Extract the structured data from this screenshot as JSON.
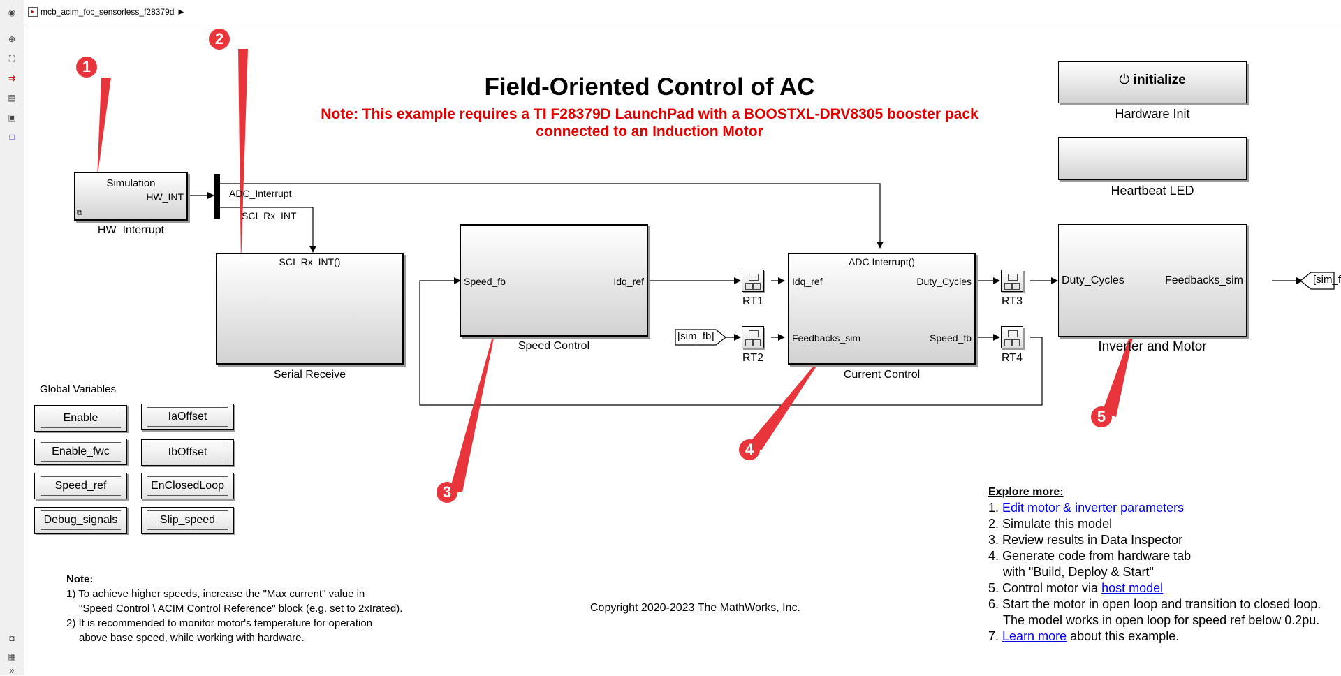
{
  "breadcrumb": {
    "model_name": "mcb_acim_foc_sensorless_f28379d"
  },
  "toolbar": {
    "icons": [
      "collapse-icon",
      "zoom-in-icon",
      "fit-view-icon",
      "arrow-icon",
      "annotation-icon",
      "image-icon",
      "area-icon",
      "camera-icon",
      "property-inspector-icon",
      "expand-icon"
    ]
  },
  "title": "Field-Oriented Control of AC",
  "note_red_line1": "Note: This example requires a TI F28379D LaunchPad with a BOOSTXL-DRV8305 booster pack",
  "note_red_line2": "connected to an Induction Motor",
  "colors": {
    "note_red": "#e00000",
    "callout_red": "#e8353b",
    "link_blue": "#0000ee"
  },
  "hw_interrupt": {
    "inner_label": "Simulation",
    "port_out": "HW_INT",
    "name": "HW_Interrupt"
  },
  "mux": {
    "signal_adc": "ADC_Interrupt",
    "signal_sci": "SCI_Rx_INT"
  },
  "serial_receive": {
    "header": "SCI_Rx_INT()",
    "name": "Serial Receive"
  },
  "speed_control": {
    "port_in": "Speed_fb",
    "port_out": "Idq_ref",
    "name": "Speed Control"
  },
  "current_control": {
    "header": "ADC Interrupt()",
    "port_in1": "Idq_ref",
    "port_in2": "Feedbacks_sim",
    "port_out1": "Duty_Cycles",
    "port_out2": "Speed_fb",
    "name": "Current Control"
  },
  "inverter_motor": {
    "port_in": "Duty_Cycles",
    "port_out": "Feedbacks_sim",
    "name": "Inverter and Motor"
  },
  "rate_transitions": [
    "RT1",
    "RT2",
    "RT3",
    "RT4"
  ],
  "goto_tag": "[sim_fb]",
  "from_tag": "[sim_fb]",
  "initialize_button": {
    "label": "initialize",
    "name": "Hardware Init"
  },
  "heartbeat": {
    "name": "Heartbeat LED"
  },
  "global_variables": {
    "title": "Global Variables",
    "items": [
      "Enable",
      "IaOffset",
      "Enable_fwc",
      "IbOffset",
      "Speed_ref",
      "EnClosedLoop",
      "Debug_signals",
      "Slip_speed"
    ]
  },
  "bottom_note": {
    "title": "Note:",
    "lines": [
      "1) To achieve higher speeds, increase the \"Max current\" value in",
      "\"Speed Control \\ ACIM Control Reference\" block (e.g. set to 2xIrated).",
      "2) It is recommended to monitor motor's temperature for operation",
      "above base speed, while working with hardware."
    ]
  },
  "copyright": "Copyright 2020-2023 The MathWorks, Inc.",
  "explore": {
    "title": "Explore more:",
    "item1_num": "1.",
    "item1_link": "Edit motor & inverter parameters",
    "item2": "2. Simulate this model",
    "item3": "3. Review results in Data Inspector",
    "item4a": "4. Generate code from hardware tab",
    "item4b": "with \"Build, Deploy & Start\"",
    "item5_text": "5. Control motor via",
    "item5_link": "host model",
    "item6a": "6. Start the motor in open loop and transition to closed loop.",
    "item6b": "The model works in open loop for speed ref below 0.2pu.",
    "item7_num": "7.",
    "item7_link": "Learn more",
    "item7_text": "about this example."
  },
  "callouts": [
    "1",
    "2",
    "3",
    "4",
    "5"
  ]
}
